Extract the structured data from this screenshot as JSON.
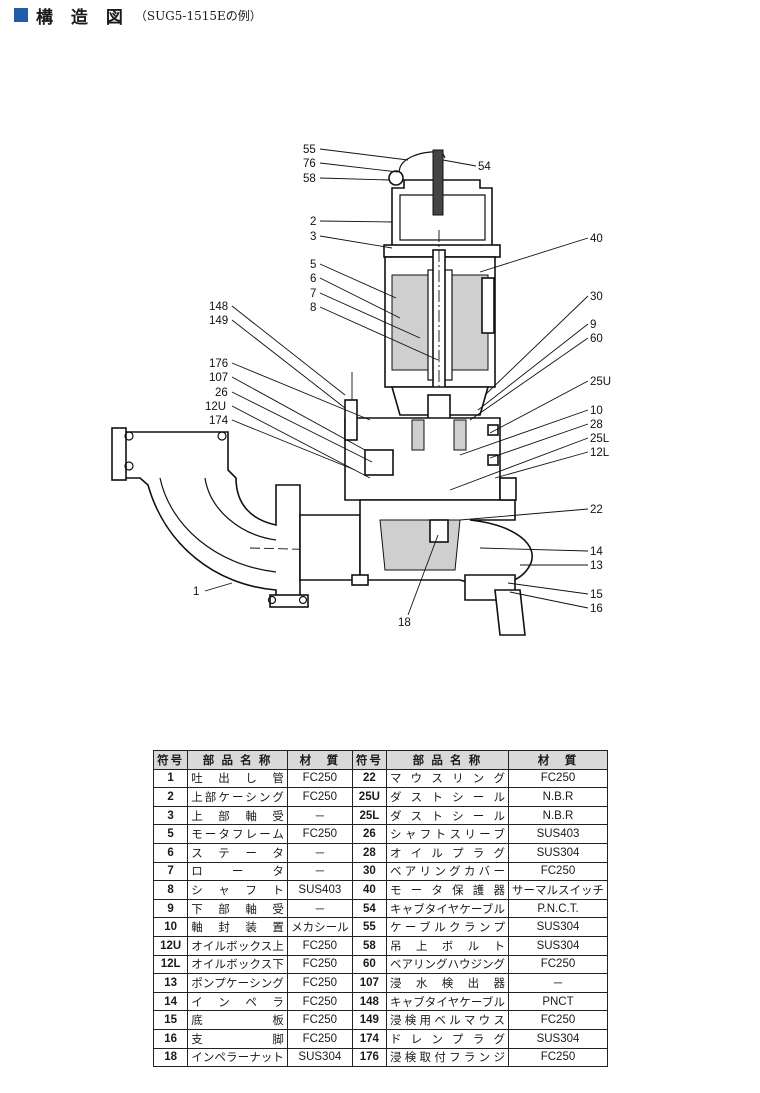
{
  "header": {
    "title": "構 造 図",
    "subtitle": "（SUG5-1515Eの例）"
  },
  "diagram": {
    "callouts_left": [
      "55",
      "76",
      "58",
      "2",
      "3",
      "5",
      "6",
      "7",
      "8",
      "148",
      "149",
      "176",
      "107",
      "26",
      "12U",
      "174",
      "1"
    ],
    "callouts_right": [
      "54",
      "40",
      "30",
      "9",
      "60",
      "25U",
      "10",
      "28",
      "25L",
      "12L",
      "22",
      "14",
      "13",
      "15",
      "16"
    ],
    "callout_bottom": "18"
  },
  "table": {
    "headers": [
      "符号",
      "部 品 名 称",
      "材　質",
      "符号",
      "部 品 名 称",
      "材　質"
    ],
    "rows": [
      {
        "l": {
          "no": "1",
          "name": "吐出し管",
          "mat": "FC250"
        },
        "r": {
          "no": "22",
          "name": "マウスリング",
          "mat": "FC250"
        }
      },
      {
        "l": {
          "no": "2",
          "name": "上部ケーシング",
          "mat": "FC250"
        },
        "r": {
          "no": "25U",
          "name": "ダストシール",
          "mat": "N.B.R"
        }
      },
      {
        "l": {
          "no": "3",
          "name": "上部軸受",
          "mat": "－"
        },
        "r": {
          "no": "25L",
          "name": "ダストシール",
          "mat": "N.B.R"
        }
      },
      {
        "l": {
          "no": "5",
          "name": "モータフレーム",
          "mat": "FC250"
        },
        "r": {
          "no": "26",
          "name": "シャフトスリーブ",
          "mat": "SUS403"
        }
      },
      {
        "l": {
          "no": "6",
          "name": "ステータ",
          "mat": "－"
        },
        "r": {
          "no": "28",
          "name": "オイルプラグ",
          "mat": "SUS304"
        }
      },
      {
        "l": {
          "no": "7",
          "name": "ロータ",
          "mat": "－"
        },
        "r": {
          "no": "30",
          "name": "ベアリングカバー",
          "mat": "FC250"
        }
      },
      {
        "l": {
          "no": "8",
          "name": "シャフト",
          "mat": "SUS403"
        },
        "r": {
          "no": "40",
          "name": "モータ保護器",
          "mat": "サーマルスイッチ"
        }
      },
      {
        "l": {
          "no": "9",
          "name": "下部軸受",
          "mat": "－"
        },
        "r": {
          "no": "54",
          "name": "キャブタイヤケーブル",
          "mat": "P.N.C.T."
        }
      },
      {
        "l": {
          "no": "10",
          "name": "軸封装置",
          "mat": "メカシール"
        },
        "r": {
          "no": "55",
          "name": "ケーブルクランプ",
          "mat": "SUS304"
        }
      },
      {
        "l": {
          "no": "12U",
          "name": "オイルボックス上",
          "mat": "FC250"
        },
        "r": {
          "no": "58",
          "name": "吊上ボルト",
          "mat": "SUS304"
        }
      },
      {
        "l": {
          "no": "12L",
          "name": "オイルボックス下",
          "mat": "FC250"
        },
        "r": {
          "no": "60",
          "name": "ベアリングハウジング",
          "mat": "FC250"
        }
      },
      {
        "l": {
          "no": "13",
          "name": "ポンプケーシング",
          "mat": "FC250"
        },
        "r": {
          "no": "107",
          "name": "浸水検出器",
          "mat": "－"
        }
      },
      {
        "l": {
          "no": "14",
          "name": "インペラ",
          "mat": "FC250"
        },
        "r": {
          "no": "148",
          "name": "キャブタイヤケーブル",
          "mat": "PNCT"
        }
      },
      {
        "l": {
          "no": "15",
          "name": "底板",
          "mat": "FC250"
        },
        "r": {
          "no": "149",
          "name": "浸検用ベルマウス",
          "mat": "FC250"
        }
      },
      {
        "l": {
          "no": "16",
          "name": "支脚",
          "mat": "FC250"
        },
        "r": {
          "no": "174",
          "name": "ドレンプラグ",
          "mat": "SUS304"
        }
      },
      {
        "l": {
          "no": "18",
          "name": "インペラーナット",
          "mat": "SUS304"
        },
        "r": {
          "no": "176",
          "name": "浸検取付フランジ",
          "mat": "FC250"
        }
      }
    ]
  }
}
